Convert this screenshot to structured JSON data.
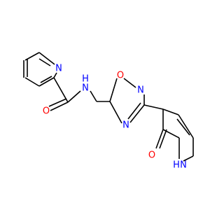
{
  "structure": {
    "atoms": {
      "pyridine_n": {
        "label": "N",
        "color": "#0000ff"
      },
      "amide_o": {
        "label": "O",
        "color": "#ff0000"
      },
      "amide_nh": {
        "label": "N",
        "sublabel": "H",
        "color": "#0000ff"
      },
      "ring_o": {
        "label": "O",
        "color": "#ff0000"
      },
      "ring_n2": {
        "label": "N",
        "color": "#0000ff"
      },
      "ring_n4": {
        "label": "N",
        "color": "#0000ff"
      },
      "pyridone_o": {
        "label": "O",
        "color": "#ff0000"
      },
      "pyridone_nh": {
        "label": "N",
        "sublabel": "H",
        "color": "#0000ff"
      }
    },
    "bond_color": "#000000"
  }
}
